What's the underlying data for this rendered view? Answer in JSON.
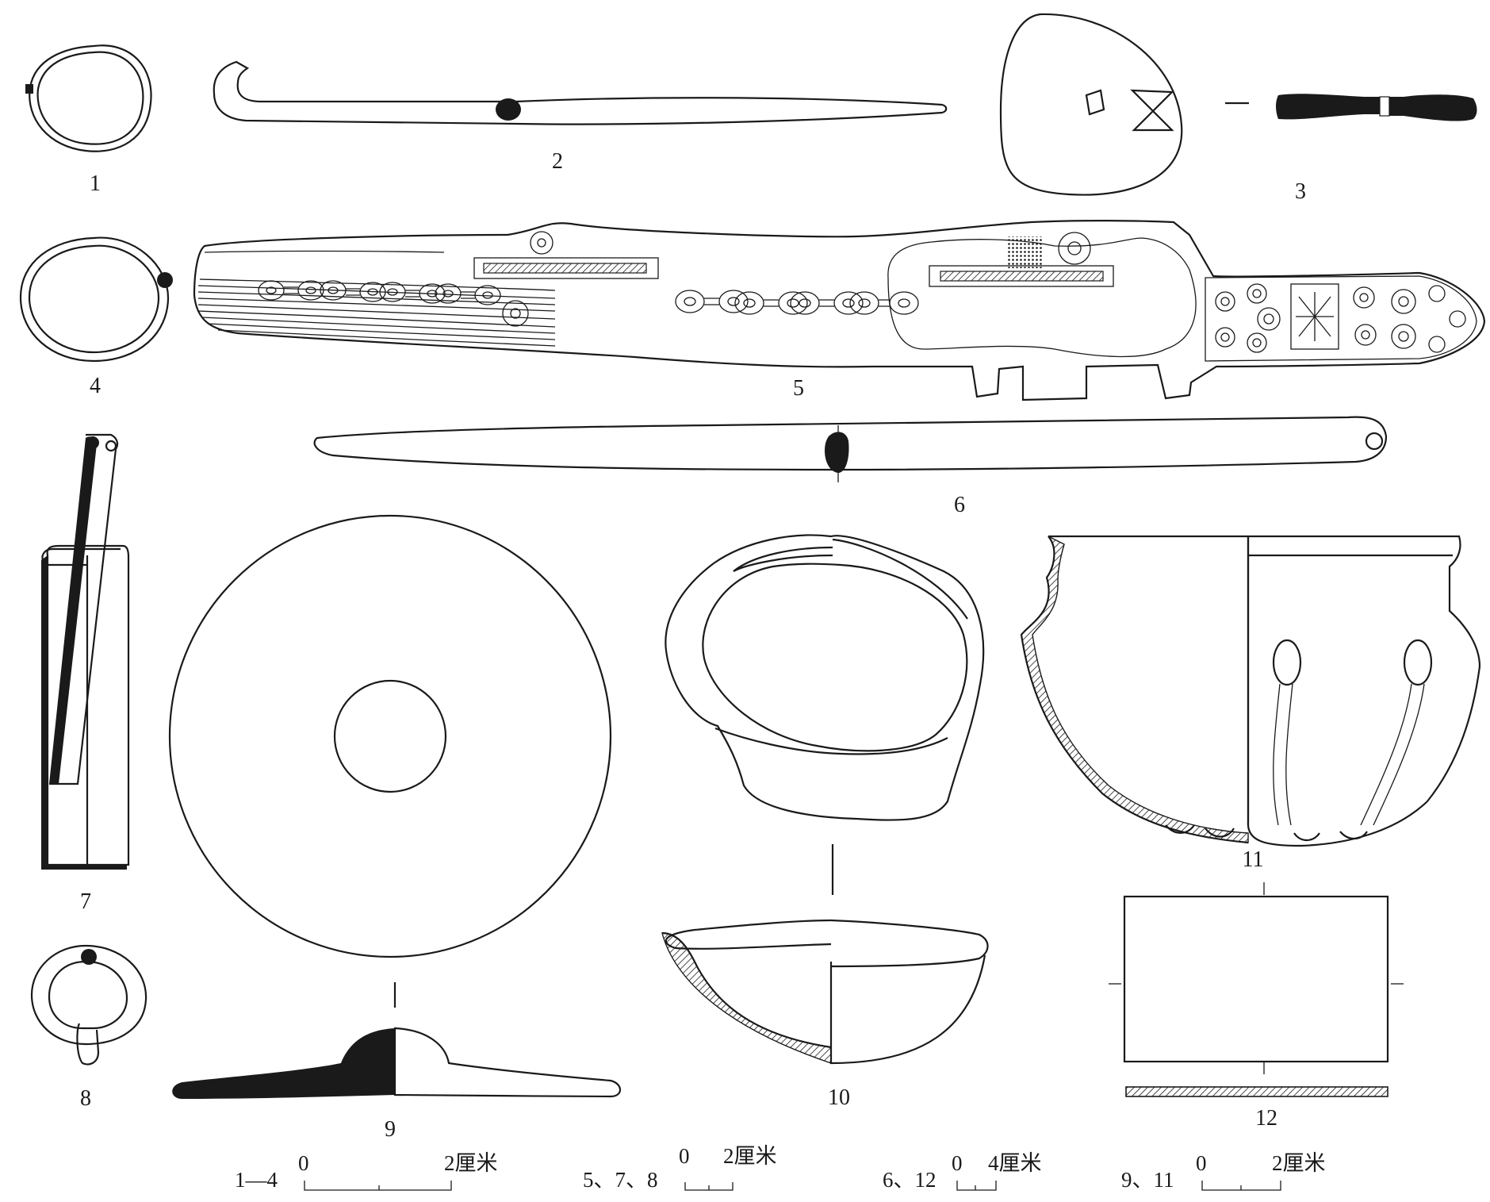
{
  "figure": {
    "labels": {
      "n1": "1",
      "n2": "2",
      "n3": "3",
      "n4": "4",
      "n5": "5",
      "n6": "6",
      "n7": "7",
      "n8": "8",
      "n9": "9",
      "n10": "10",
      "n11": "11",
      "n12": "12"
    },
    "scales": [
      {
        "items": "1—4",
        "zero": "0",
        "length": "2厘米"
      },
      {
        "items": "5、7、8",
        "zero": "0",
        "length": "2厘米"
      },
      {
        "items": "6、12",
        "zero": "0",
        "length": "4厘米"
      },
      {
        "items": "9、11",
        "zero": "0",
        "length": "2厘米"
      }
    ]
  },
  "colors": {
    "ink": "#1a1a1a",
    "paper": "#ffffff"
  }
}
